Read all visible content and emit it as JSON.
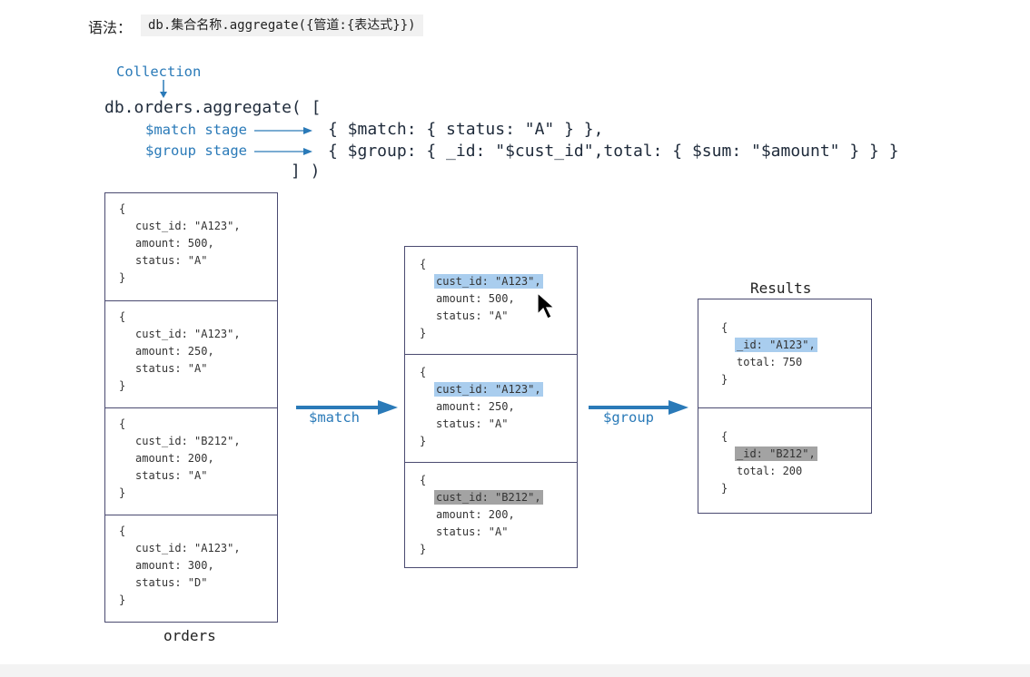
{
  "syntax": {
    "label": "语法：",
    "code": "db.集合名称.aggregate({管道:{表达式}})"
  },
  "code": {
    "collection_label": "Collection",
    "line1": "db.orders.aggregate( [",
    "match_label": "$match stage",
    "match_code": "{ $match: { status: \"A\" } },",
    "group_label": "$group stage",
    "group_code": "{ $group: { _id: \"$cust_id\",total: { $sum: \"$amount\" } } }",
    "close": "] )"
  },
  "colors": {
    "accent": "#2a7ab8",
    "highlight_blue": "#a9cdee",
    "highlight_gray": "#a3a3a3",
    "border": "#4a4a70"
  },
  "orders": {
    "caption": "orders",
    "docs": [
      {
        "lines": [
          "cust_id: \"A123\",",
          "amount: 500,",
          "status: \"A\""
        ]
      },
      {
        "lines": [
          "cust_id: \"A123\",",
          "amount: 250,",
          "status: \"A\""
        ]
      },
      {
        "lines": [
          "cust_id: \"B212\",",
          "amount: 200,",
          "status: \"A\""
        ]
      },
      {
        "lines": [
          "cust_id: \"A123\",",
          "amount: 300,",
          "status: \"D\""
        ]
      }
    ]
  },
  "match_arrow_label": "$match",
  "matched": {
    "docs": [
      {
        "lines": [
          "cust_id: \"A123\",",
          "amount: 500,",
          "status: \"A\""
        ],
        "highlight": "#a9cdee"
      },
      {
        "lines": [
          "cust_id: \"A123\",",
          "amount: 250,",
          "status: \"A\""
        ],
        "highlight": "#a9cdee"
      },
      {
        "lines": [
          "cust_id: \"B212\",",
          "amount: 200,",
          "status: \"A\""
        ],
        "highlight": "#a3a3a3"
      }
    ]
  },
  "group_arrow_label": "$group",
  "results": {
    "caption": "Results",
    "docs": [
      {
        "lines": [
          "_id: \"A123\",",
          "total: 750"
        ],
        "highlight": "#a9cdee"
      },
      {
        "lines": [
          "_id: \"B212\",",
          "total: 200"
        ],
        "highlight": "#a3a3a3"
      }
    ]
  },
  "open_brace": "{",
  "close_brace": "}"
}
